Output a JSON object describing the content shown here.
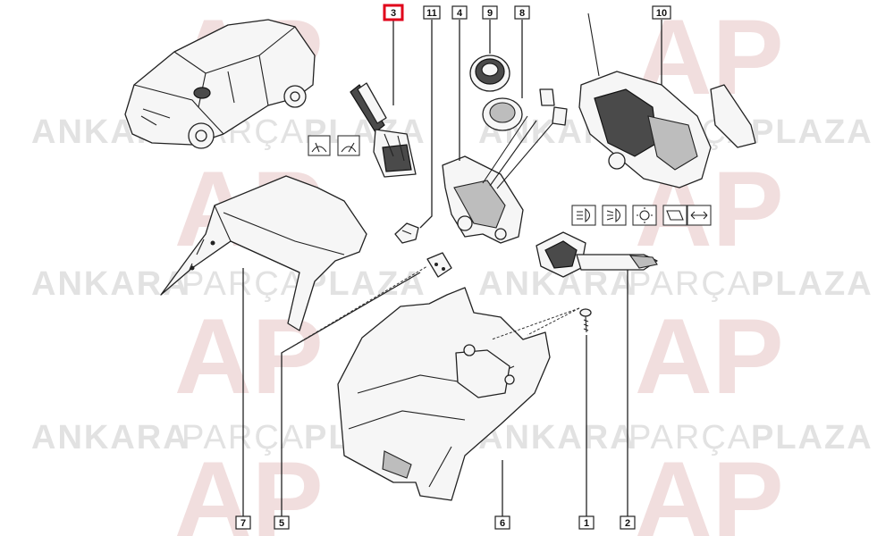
{
  "watermark": {
    "word1": "ANKARA",
    "word2": "PARÇA",
    "word3": "PLAZA",
    "logo": "AP"
  },
  "callouts": [
    {
      "id": "c3",
      "label": "3",
      "selected": true
    },
    {
      "id": "c11",
      "label": "11",
      "selected": false
    },
    {
      "id": "c4",
      "label": "4",
      "selected": false
    },
    {
      "id": "c9",
      "label": "9",
      "selected": false
    },
    {
      "id": "c8",
      "label": "8",
      "selected": false
    },
    {
      "id": "c10",
      "label": "10",
      "selected": false
    },
    {
      "id": "c7",
      "label": "7",
      "selected": false
    },
    {
      "id": "c5",
      "label": "5",
      "selected": false
    },
    {
      "id": "c6",
      "label": "6",
      "selected": false
    },
    {
      "id": "c1",
      "label": "1",
      "selected": false
    },
    {
      "id": "c2",
      "label": "2",
      "selected": false
    }
  ],
  "colors": {
    "selected_outline": "#e0001a",
    "watermark_text": "#e2e2e2",
    "watermark_logo": "#f1dede",
    "line": "#222222"
  },
  "symbols": {
    "wiper": [
      "wiper-front-icon",
      "wiper-rear-icon"
    ],
    "lights": [
      "low-beam-icon",
      "fog-light-icon",
      "parking-light-icon",
      "horn-icon",
      "turn-signal-icon"
    ]
  }
}
